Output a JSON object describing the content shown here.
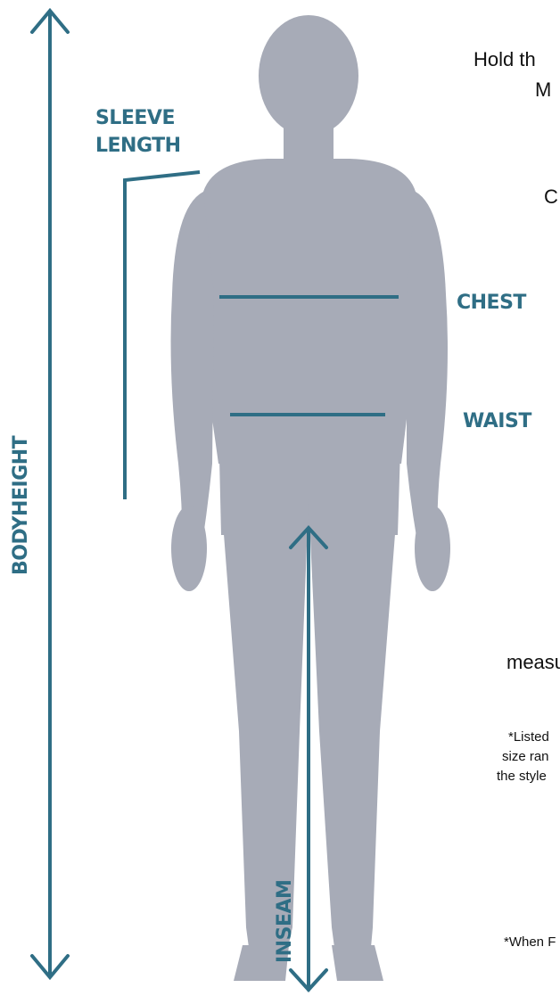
{
  "labels": {
    "sleeve_line1": "SLEEVE",
    "sleeve_line2": "LENGTH",
    "chest": "CHEST",
    "waist": "WAIST",
    "bodyheight": "BODYHEIGHT",
    "inseam": "INSEAM"
  },
  "instructions": {
    "line1": "Hold th",
    "line2": "M",
    "line3": "C",
    "measure": "measu",
    "note1": "*Listed",
    "note2": "size ran",
    "note3": "the style",
    "note4": "*When F"
  },
  "colors": {
    "accent": "#2f6e85",
    "silhouette": "#a7abb7"
  }
}
